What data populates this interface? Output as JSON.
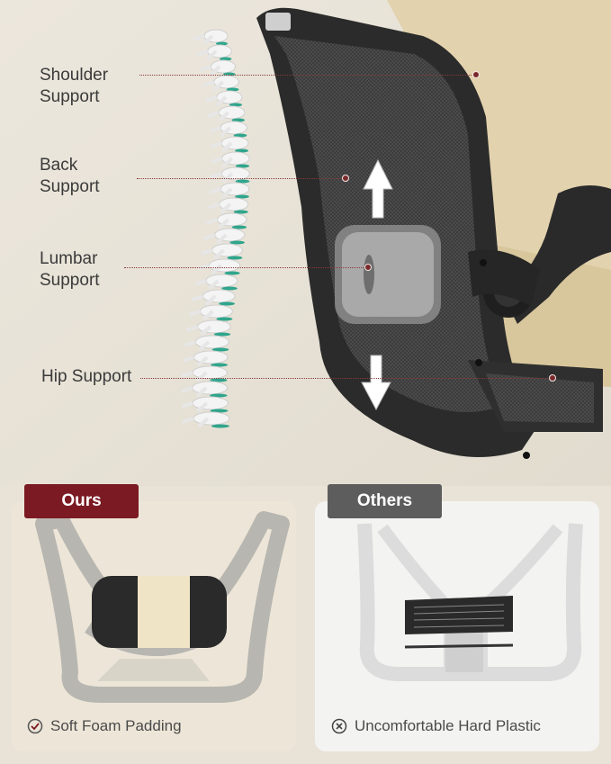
{
  "callouts": {
    "shoulder": "Shoulder\nSupport",
    "back": "Back\nSupport",
    "lumbar": "Lumbar\nSupport",
    "hip": "Hip Support"
  },
  "comparison": {
    "ours": {
      "tag": "Ours",
      "caption": "Soft Foam Padding",
      "icon": "check-circle-icon"
    },
    "others": {
      "tag": "Others",
      "caption": "Uncomfortable Hard Plastic",
      "icon": "x-circle-icon"
    }
  },
  "colors": {
    "accent": "#7b1a22",
    "others_tag": "#5d5d5d",
    "spine_disc": "#2fa58c",
    "chair": "#2b2b2b"
  }
}
